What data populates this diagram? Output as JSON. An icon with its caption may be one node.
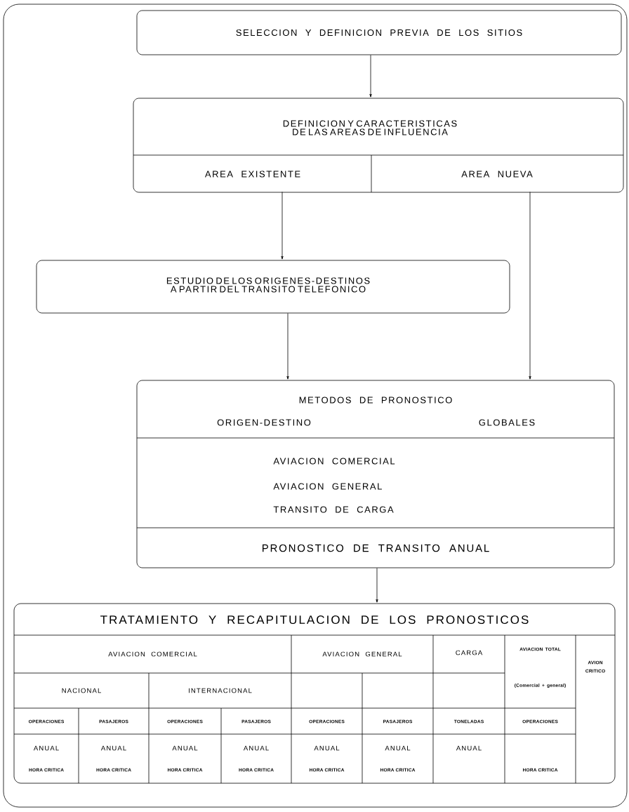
{
  "diagram": {
    "nodes": [
      {
        "text": [
          "SELECCION Y DEFINICION PREVIA DE LOS SITIOS"
        ]
      },
      {
        "text": [
          "DEFINICION Y CARACTERISTICAS DE LAS AREAS DE INFLUENCIA"
        ]
      },
      {
        "text": [
          "AREA EXISTENTE"
        ],
        "in": 1
      },
      {
        "text": [
          "AREA NUEVA"
        ],
        "in": 1
      },
      {
        "text": [
          "ESTUDIO DE LOS ORIGENES-DESTINOS A PARTIR DEL TRANSITO TELEFONICO"
        ]
      },
      {
        "text": [
          "METODOS DE PRONOSTICO",
          "ORIGEN-DESTINO",
          "GLOBALES",
          "AVIACION COMERCIAL",
          "AVIACION GENERAL",
          "TRANSITO DE CARGA",
          "PRONOSTICO DE TRANSITO ANUAL"
        ]
      },
      {
        "text": [
          "TRATAMIENTO Y RECAPITULACION DE LOS PRONOSTICOS"
        ]
      }
    ],
    "edges": [
      {
        "from": 0,
        "to": 1,
        "arrow": "to"
      },
      {
        "from": 2,
        "to": 4,
        "arrow": "to"
      },
      {
        "from": 4,
        "to": 5,
        "arrow": "to"
      },
      {
        "from": 3,
        "to": 5,
        "arrow": "to"
      },
      {
        "from": 5,
        "to": 6,
        "arrow": "to"
      }
    ],
    "labels": [
      "AVIACION COMERCIAL",
      "AVIACION GENERAL",
      "CARGA",
      "AVIACION TOTAL",
      "AVION CRITICO",
      "NACIONAL",
      "INTERNACIONAL",
      "(Comercial + general)",
      "OPERACIONES",
      "PASAJEROS",
      "OPERACIONES",
      "PASAJEROS",
      "OPERACIONES",
      "PASAJEROS",
      "TONELADAS",
      "OPERACIONES",
      "ANUAL",
      "ANUAL",
      "ANUAL",
      "ANUAL",
      "ANUAL",
      "ANUAL",
      "ANUAL",
      "HORA CRITICA",
      "HORA CRITICA",
      "HORA CRITICA",
      "HORA CRITICA",
      "HORA CRITICA",
      "HORA CRITICA",
      "HORA CRITICA"
    ]
  }
}
